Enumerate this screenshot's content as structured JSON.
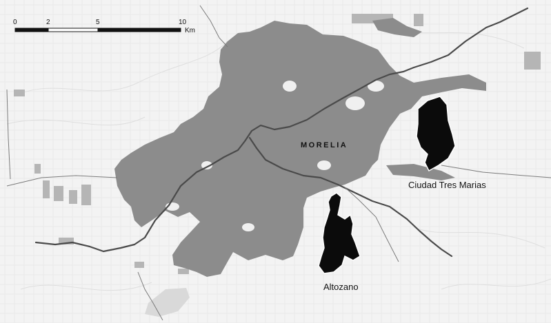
{
  "scale_bar": {
    "tick_labels": [
      "0",
      "2",
      "5",
      "10"
    ],
    "tick_values": [
      0,
      2,
      5,
      10
    ],
    "max_value": 10,
    "unit": "Km"
  },
  "labels": {
    "city": "MORELIA",
    "development_1": "Ciudad Tres Marias",
    "development_2": "Altozano"
  },
  "colors": {
    "background": "#f3f3f3",
    "urban_area": "#8c8c8c",
    "developments": "#0b0b0b",
    "roads": "#4a4a4a",
    "water": "#d9d9d9"
  }
}
